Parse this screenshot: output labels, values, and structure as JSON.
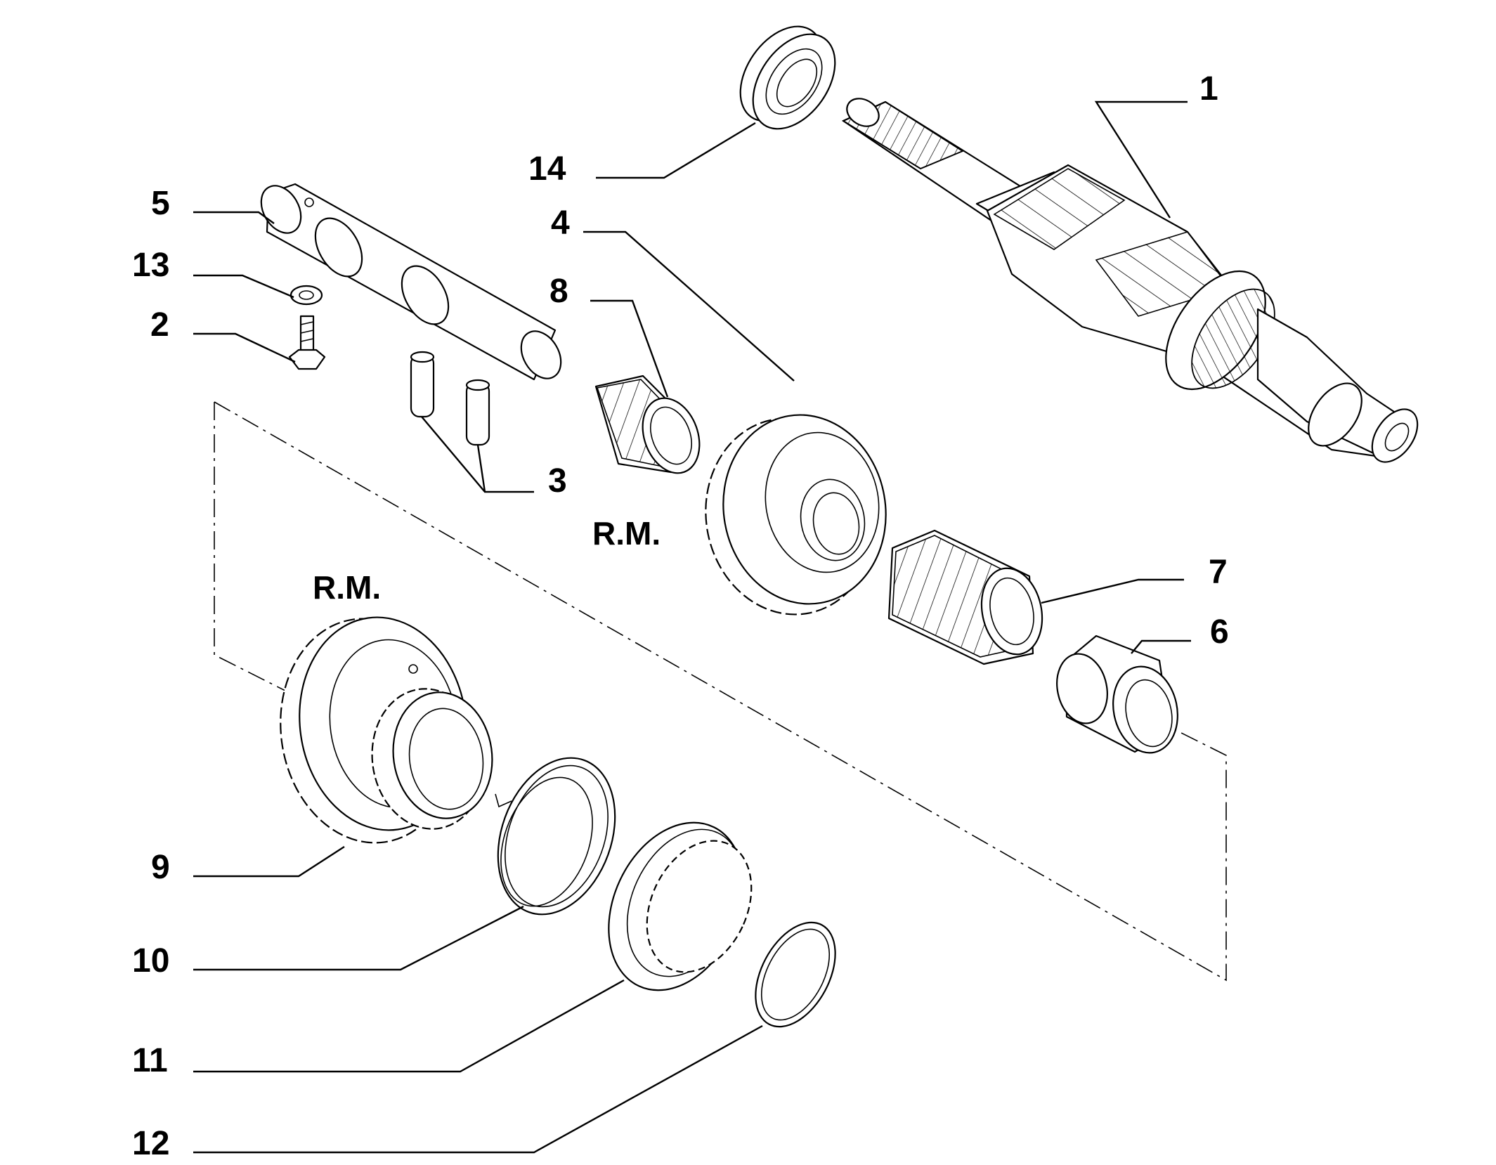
{
  "diagram": {
    "callouts": [
      {
        "id": "1",
        "label": "1"
      },
      {
        "id": "2",
        "label": "2"
      },
      {
        "id": "3",
        "label": "3"
      },
      {
        "id": "4",
        "label": "4"
      },
      {
        "id": "5",
        "label": "5"
      },
      {
        "id": "6",
        "label": "6"
      },
      {
        "id": "7",
        "label": "7"
      },
      {
        "id": "8",
        "label": "8"
      },
      {
        "id": "9",
        "label": "9"
      },
      {
        "id": "10",
        "label": "10"
      },
      {
        "id": "11",
        "label": "11"
      },
      {
        "id": "12",
        "label": "12"
      },
      {
        "id": "13",
        "label": "13"
      },
      {
        "id": "14",
        "label": "14"
      }
    ],
    "notes": {
      "rm_upper": "R.M.",
      "rm_lower": "R.M."
    }
  }
}
